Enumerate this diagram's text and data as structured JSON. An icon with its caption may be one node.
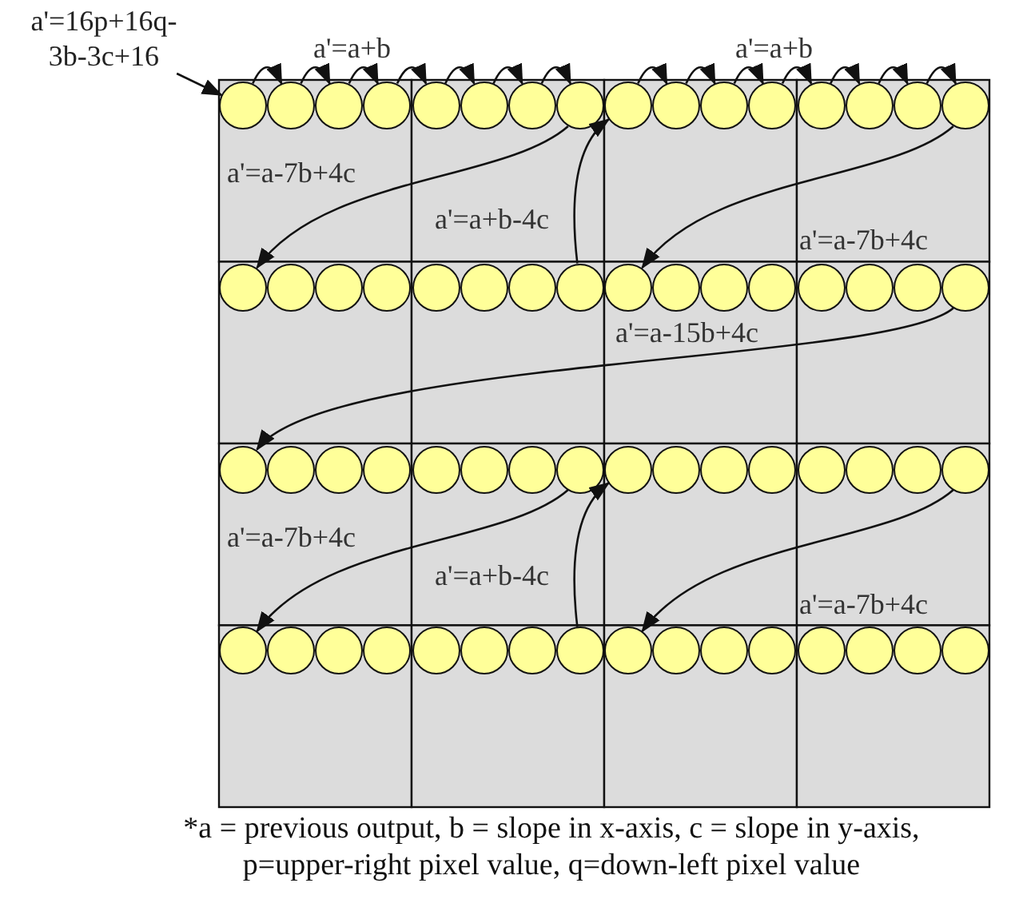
{
  "diagram": {
    "caption": "*a = previous output, b = slope in x-axis, c = slope in y-axis, p=upper-right pixel value, q=down-left pixel value",
    "nodes": [
      {
        "text": [
          "a'=16p+16q- 3b-3c+16"
        ]
      },
      {
        "text": [],
        "shape": "circle"
      },
      {
        "text": [],
        "shape": "circle"
      },
      {
        "text": [],
        "shape": "circle"
      },
      {
        "text": [],
        "shape": "circle"
      },
      {
        "text": [],
        "shape": "circle"
      },
      {
        "text": [],
        "shape": "circle"
      },
      {
        "text": [],
        "shape": "circle"
      },
      {
        "text": [],
        "shape": "circle"
      },
      {
        "text": [],
        "shape": "circle"
      },
      {
        "text": [],
        "shape": "circle"
      },
      {
        "text": [],
        "shape": "circle"
      },
      {
        "text": [],
        "shape": "circle"
      },
      {
        "text": [],
        "shape": "circle"
      },
      {
        "text": [],
        "shape": "circle"
      },
      {
        "text": [],
        "shape": "circle"
      },
      {
        "text": [],
        "shape": "circle"
      },
      {
        "text": [],
        "shape": "circle"
      },
      {
        "text": [],
        "shape": "circle"
      },
      {
        "text": [],
        "shape": "circle"
      },
      {
        "text": [],
        "shape": "circle"
      },
      {
        "text": [],
        "shape": "circle"
      },
      {
        "text": [],
        "shape": "circle"
      },
      {
        "text": [],
        "shape": "circle"
      },
      {
        "text": [],
        "shape": "circle"
      },
      {
        "text": [],
        "shape": "circle"
      },
      {
        "text": [],
        "shape": "circle"
      },
      {
        "text": [],
        "shape": "circle"
      },
      {
        "text": [],
        "shape": "circle"
      },
      {
        "text": [],
        "shape": "circle"
      },
      {
        "text": [],
        "shape": "circle"
      },
      {
        "text": [],
        "shape": "circle"
      },
      {
        "text": [],
        "shape": "circle"
      },
      {
        "text": [],
        "shape": "circle"
      },
      {
        "text": [],
        "shape": "circle"
      },
      {
        "text": [],
        "shape": "circle"
      },
      {
        "text": [],
        "shape": "circle"
      },
      {
        "text": [],
        "shape": "circle"
      },
      {
        "text": [],
        "shape": "circle"
      },
      {
        "text": [],
        "shape": "circle"
      },
      {
        "text": [],
        "shape": "circle"
      },
      {
        "text": [],
        "shape": "circle"
      },
      {
        "text": [],
        "shape": "circle"
      },
      {
        "text": [],
        "shape": "circle"
      },
      {
        "text": [],
        "shape": "circle"
      },
      {
        "text": [],
        "shape": "circle"
      },
      {
        "text": [],
        "shape": "circle"
      },
      {
        "text": [],
        "shape": "circle"
      },
      {
        "text": [],
        "shape": "circle"
      },
      {
        "text": [],
        "shape": "circle"
      },
      {
        "text": [],
        "shape": "circle"
      },
      {
        "text": [],
        "shape": "circle"
      },
      {
        "text": [],
        "shape": "circle"
      },
      {
        "text": [],
        "shape": "circle"
      },
      {
        "text": [],
        "shape": "circle"
      },
      {
        "text": [],
        "shape": "circle"
      },
      {
        "text": [],
        "shape": "circle"
      },
      {
        "text": [],
        "shape": "circle"
      },
      {
        "text": [],
        "shape": "circle"
      },
      {
        "text": [],
        "shape": "circle"
      },
      {
        "text": [],
        "shape": "circle"
      },
      {
        "text": [],
        "shape": "circle"
      },
      {
        "text": [],
        "shape": "circle"
      },
      {
        "text": [],
        "shape": "circle"
      },
      {
        "text": [],
        "shape": "circle"
      }
    ],
    "edges": [
      {
        "from": 0,
        "to": 1,
        "arrow": "to"
      },
      {
        "from": 1,
        "to": 2,
        "arrow": "to"
      },
      {
        "from": 2,
        "to": 3,
        "arrow": "to"
      },
      {
        "from": 3,
        "to": 4,
        "arrow": "to"
      },
      {
        "from": 4,
        "to": 5,
        "arrow": "to"
      },
      {
        "from": 5,
        "to": 6,
        "arrow": "to"
      },
      {
        "from": 6,
        "to": 7,
        "arrow": "to"
      },
      {
        "from": 7,
        "to": 8,
        "arrow": "to"
      },
      {
        "from": 9,
        "to": 10,
        "arrow": "to"
      },
      {
        "from": 10,
        "to": 11,
        "arrow": "to"
      },
      {
        "from": 11,
        "to": 12,
        "arrow": "to"
      },
      {
        "from": 12,
        "to": 13,
        "arrow": "to"
      },
      {
        "from": 13,
        "to": 14,
        "arrow": "to"
      },
      {
        "from": 14,
        "to": 15,
        "arrow": "to"
      },
      {
        "from": 15,
        "to": 16,
        "arrow": "to"
      },
      {
        "from": 8,
        "to": 17,
        "arrow": "to"
      },
      {
        "from": 24,
        "to": 9,
        "arrow": "to"
      },
      {
        "from": 16,
        "to": 25,
        "arrow": "to"
      },
      {
        "from": 32,
        "to": 33,
        "arrow": "to"
      },
      {
        "from": 40,
        "to": 49,
        "arrow": "to"
      },
      {
        "from": 56,
        "to": 41,
        "arrow": "to"
      },
      {
        "from": 48,
        "to": 57,
        "arrow": "to"
      }
    ],
    "labels": [
      "a'=a+b",
      "a'=a+b",
      "a'=a-7b+4c",
      "a'=a+b-4c",
      "a'=a-7b+4c",
      "a'=a-15b+4c",
      "a'=a-7b+4c",
      "a'=a+b-4c",
      "a'=a-7b+4c"
    ]
  }
}
